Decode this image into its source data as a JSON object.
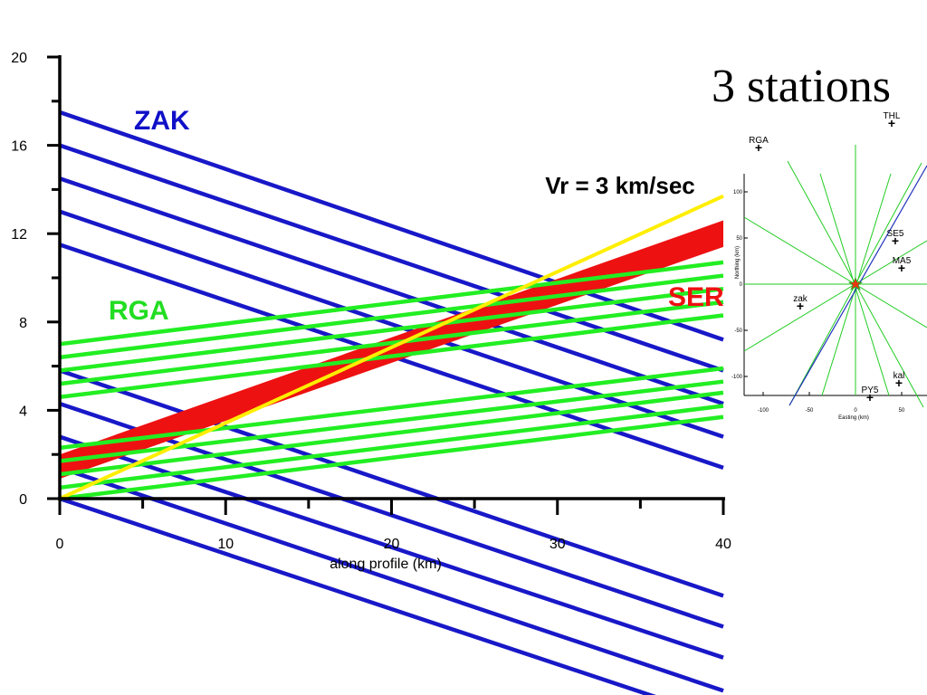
{
  "title": "3 stations",
  "velocity_annotation": "Vr = 3 km/sec",
  "station_labels": {
    "zak": {
      "text": "ZAK",
      "color": "#1010c8"
    },
    "rga": {
      "text": "RGA",
      "color": "#22dd22"
    },
    "ser": {
      "text": "SER",
      "color": "#ee1111"
    }
  },
  "colors": {
    "zak": "#1818c8",
    "rga": "#22ee22",
    "ser": "#ee1111",
    "vr": "#ffee00",
    "map_lines": "#22cc22",
    "map_fault": "#2233bb"
  },
  "chart_data": {
    "type": "line",
    "title": "",
    "xlabel": "along profile (km)",
    "ylabel": "",
    "xlim": [
      0,
      40
    ],
    "ylim": [
      0,
      20
    ],
    "xticks": [
      "0",
      "10",
      "20",
      "30",
      "40"
    ],
    "yticks": [
      "0",
      "4",
      "8",
      "12",
      "16",
      "20"
    ],
    "series": [
      {
        "group": "zak",
        "lines": [
          {
            "x": [
              0,
              40
            ],
            "y": [
              17.5,
              7.2
            ]
          },
          {
            "x": [
              0,
              40
            ],
            "y": [
              16.0,
              5.8
            ]
          },
          {
            "x": [
              0,
              40
            ],
            "y": [
              14.5,
              4.3
            ]
          },
          {
            "x": [
              0,
              40
            ],
            "y": [
              13.0,
              2.8
            ]
          },
          {
            "x": [
              0,
              40
            ],
            "y": [
              11.5,
              1.4
            ]
          },
          {
            "x": [
              0,
              40
            ],
            "y": [
              5.8,
              -4.4
            ]
          },
          {
            "x": [
              0,
              40
            ],
            "y": [
              4.3,
              -5.8
            ]
          },
          {
            "x": [
              0,
              40
            ],
            "y": [
              2.8,
              -7.2
            ]
          },
          {
            "x": [
              0,
              40
            ],
            "y": [
              1.4,
              -8.7
            ]
          },
          {
            "x": [
              0,
              40
            ],
            "y": [
              0.0,
              -10.0
            ]
          }
        ]
      },
      {
        "group": "rga",
        "lines": [
          {
            "x": [
              0,
              40
            ],
            "y": [
              7.0,
              10.7
            ]
          },
          {
            "x": [
              0,
              40
            ],
            "y": [
              6.4,
              10.1
            ]
          },
          {
            "x": [
              0,
              40
            ],
            "y": [
              5.8,
              9.5
            ]
          },
          {
            "x": [
              0,
              40
            ],
            "y": [
              5.2,
              8.9
            ]
          },
          {
            "x": [
              0,
              40
            ],
            "y": [
              4.6,
              8.3
            ]
          },
          {
            "x": [
              0,
              40
            ],
            "y": [
              2.3,
              5.9
            ]
          },
          {
            "x": [
              0,
              40
            ],
            "y": [
              1.7,
              5.3
            ]
          },
          {
            "x": [
              0,
              40
            ],
            "y": [
              1.1,
              4.8
            ]
          },
          {
            "x": [
              0,
              40
            ],
            "y": [
              0.5,
              4.2
            ]
          },
          {
            "x": [
              0,
              40
            ],
            "y": [
              0.0,
              3.7
            ]
          }
        ]
      },
      {
        "group": "ser",
        "band": {
          "x": [
            0,
            40
          ],
          "upper": [
            2.0,
            12.6
          ],
          "lower": [
            0.9,
            11.4
          ]
        }
      },
      {
        "group": "vr",
        "lines": [
          {
            "x": [
              0,
              40
            ],
            "y": [
              0,
              13.7
            ]
          }
        ]
      }
    ]
  },
  "inset_map": {
    "xlabel": "Easting (km)",
    "ylabel": "Northing (km)",
    "xticks": [
      "-100",
      "-50",
      "0",
      "50"
    ],
    "yticks": [
      "100",
      "50",
      "0",
      "-50",
      "-100"
    ],
    "stations": [
      {
        "name": "THL"
      },
      {
        "name": "RGA"
      },
      {
        "name": "SE5"
      },
      {
        "name": "MA5"
      },
      {
        "name": "zak"
      },
      {
        "name": "kal"
      },
      {
        "name": "PY5"
      }
    ]
  }
}
